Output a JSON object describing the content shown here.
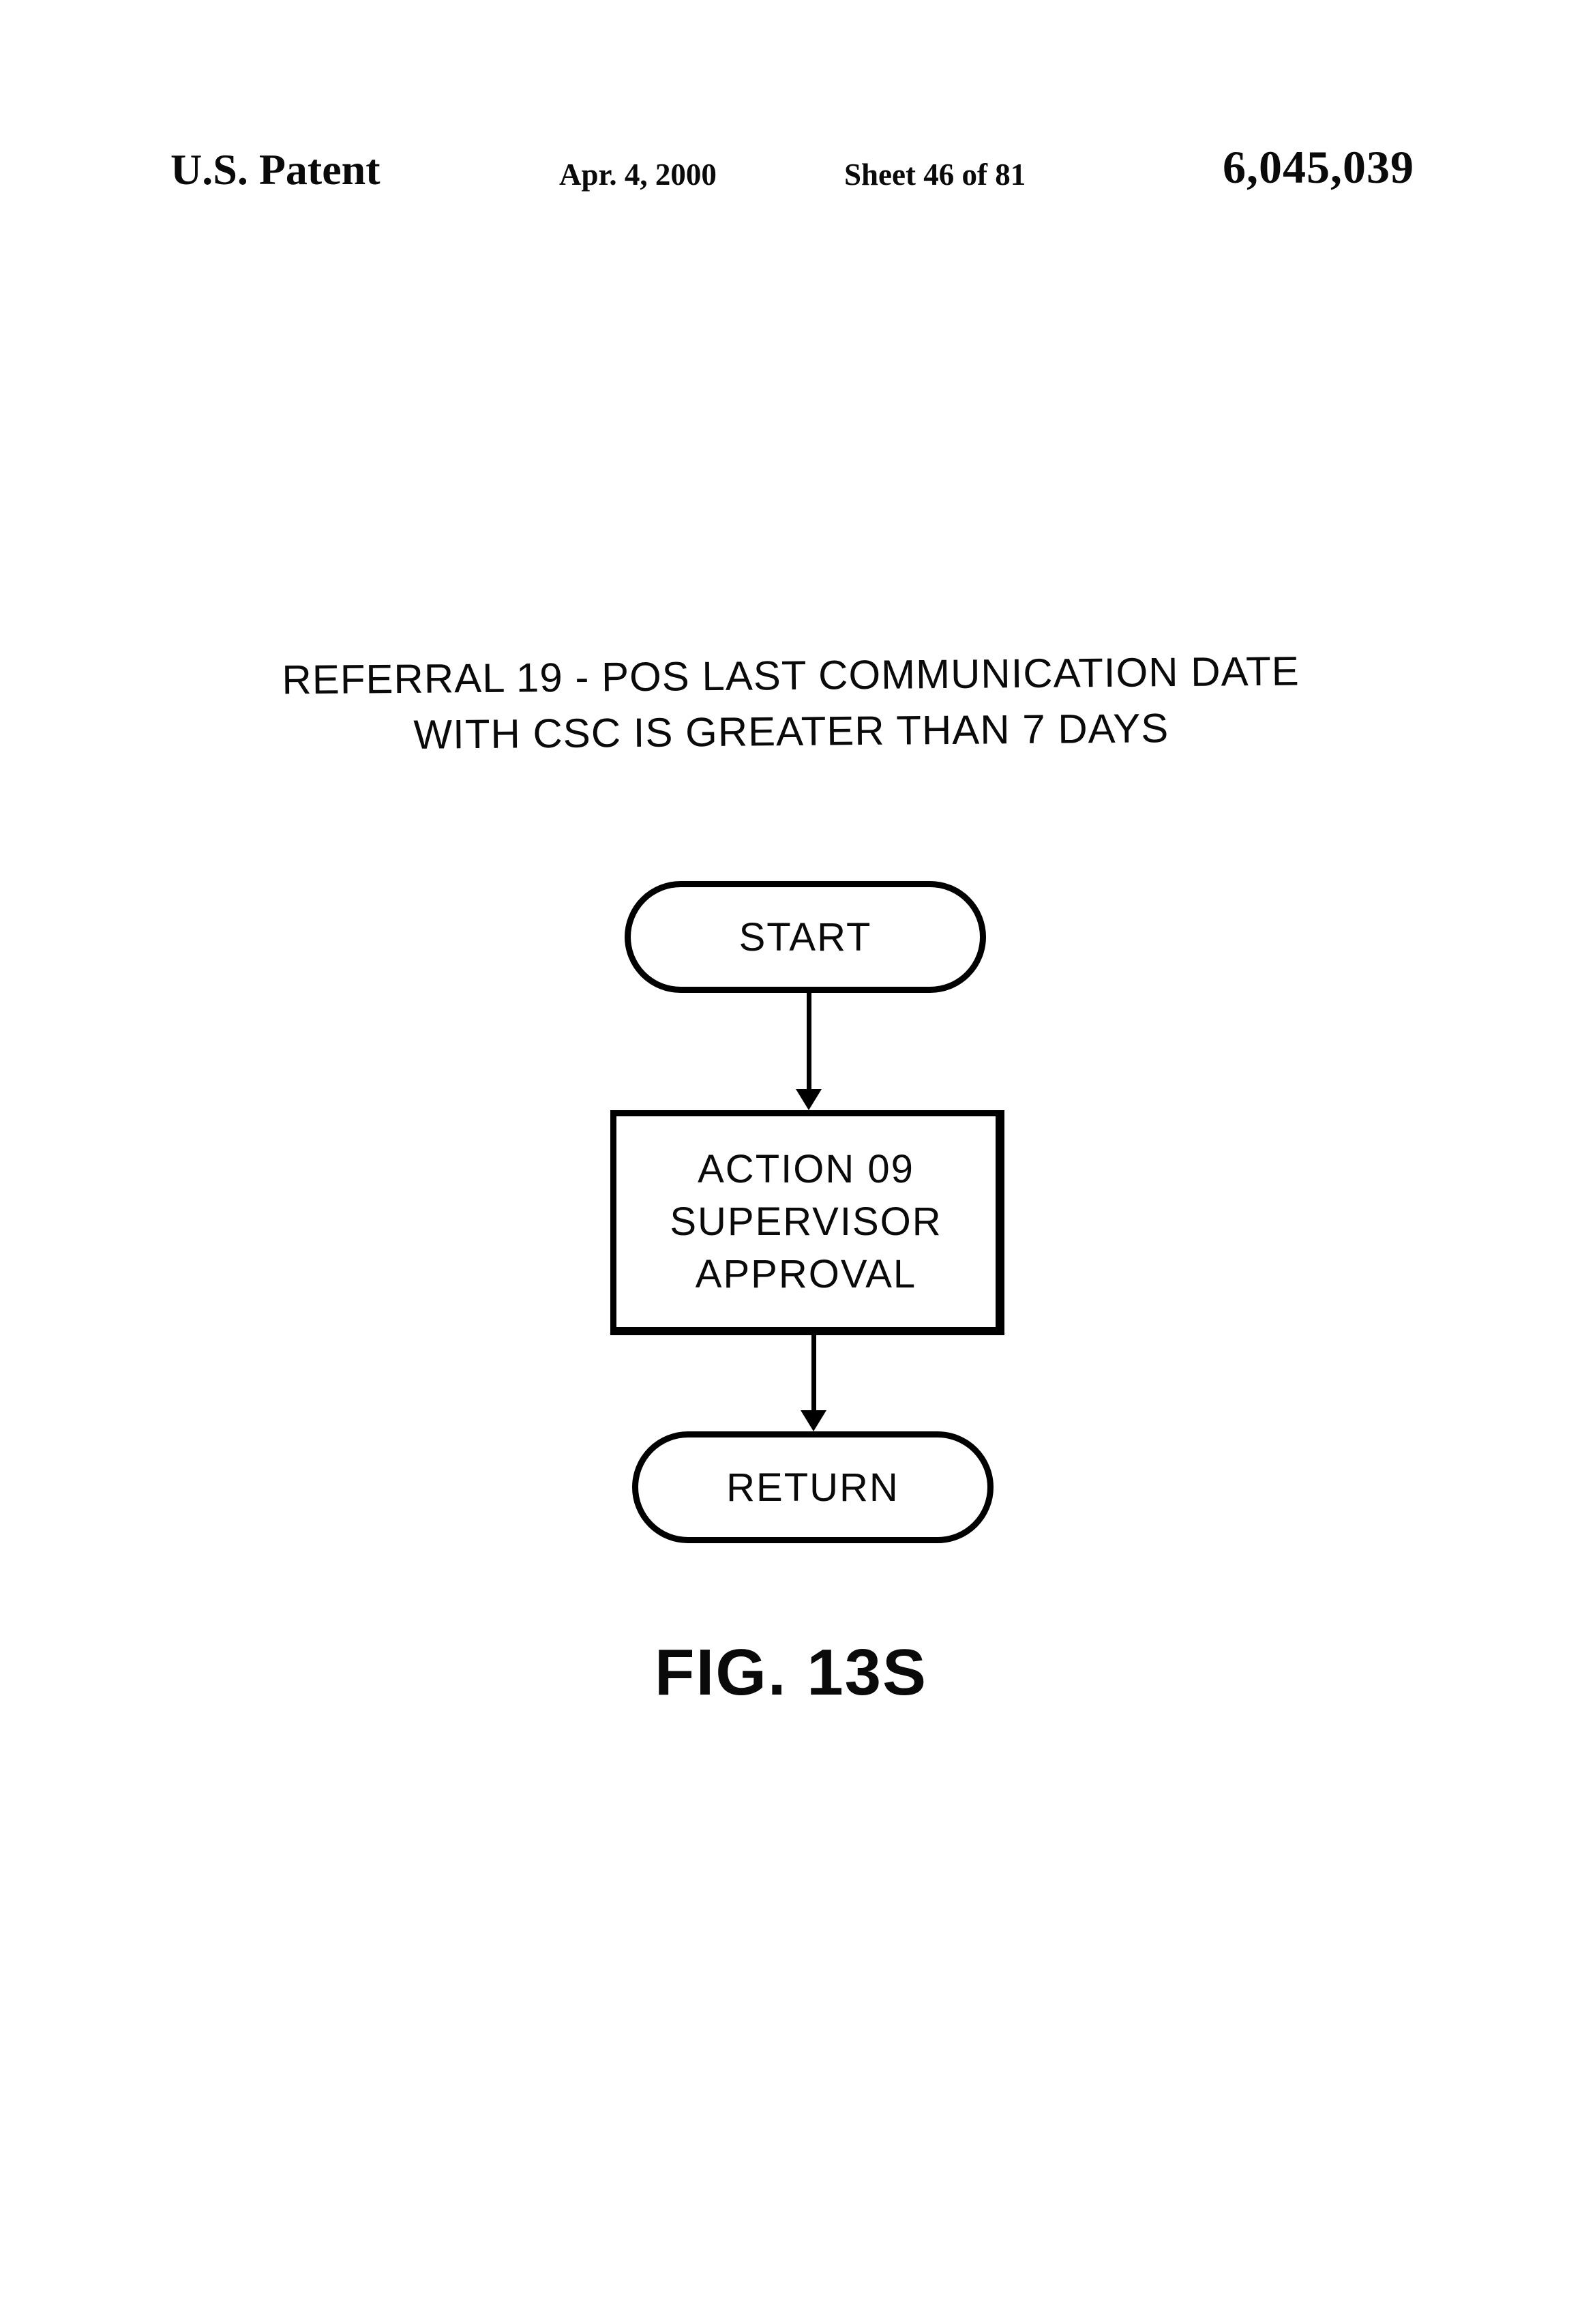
{
  "header": {
    "patent_label": "U.S. Patent",
    "date": "Apr. 4, 2000",
    "sheet": "Sheet 46 of 81",
    "patent_number": "6,045,039"
  },
  "diagram": {
    "title_line1": "REFERRAL 19 - POS LAST COMMUNICATION DATE",
    "title_line2": "WITH CSC IS GREATER THAN 7 DAYS",
    "nodes": {
      "start_label": "START",
      "action_lines": [
        "ACTION 09",
        "SUPERVISOR",
        "APPROVAL"
      ],
      "return_label": "RETURN"
    },
    "caption": "FIG. 13S"
  }
}
